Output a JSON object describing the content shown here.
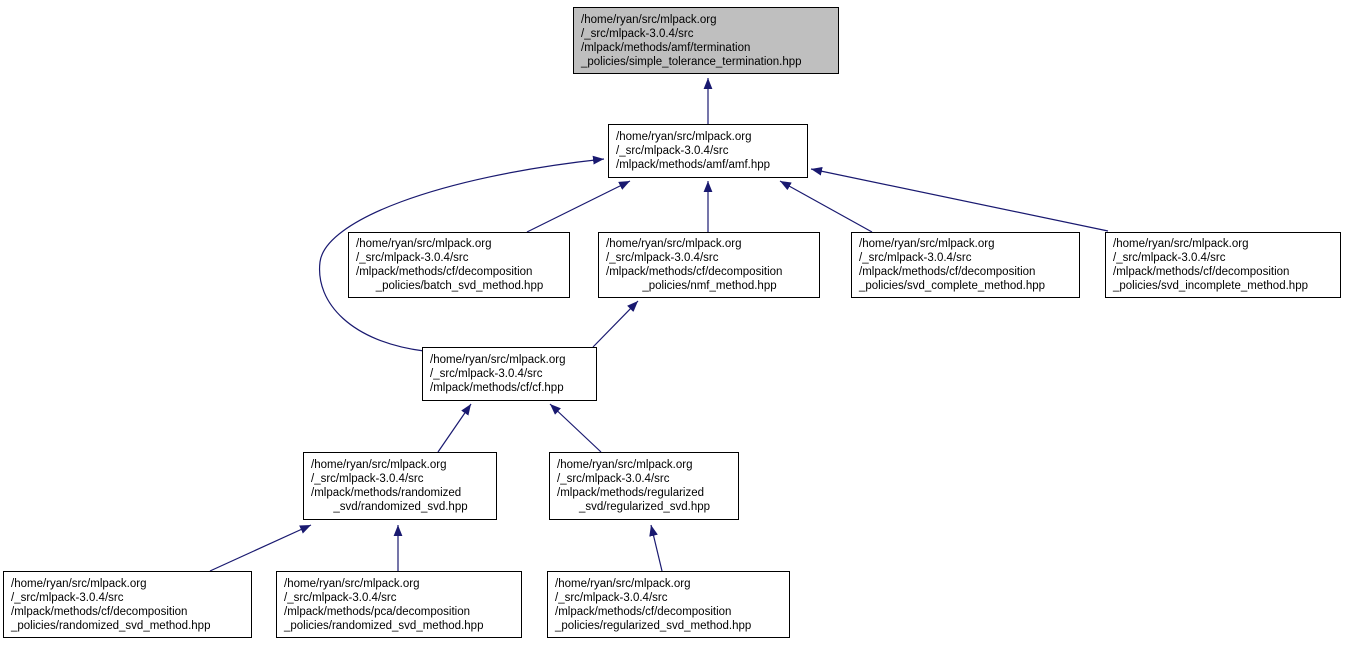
{
  "graph": {
    "kind": "doxygen-include-dependency-graph",
    "colors": {
      "edge": "#191970",
      "border": "#000000",
      "fill": "#ffffff",
      "highlight_fill": "#bfbfbf",
      "background": "#ffffff"
    },
    "nodes": [
      {
        "id": "simple-tolerance-termination-hpp",
        "highlighted": true,
        "lines": [
          "/home/ryan/src/mlpack.org",
          "/_src/mlpack-3.0.4/src",
          "/mlpack/methods/amf/termination",
          "_policies/simple_tolerance_termination.hpp"
        ]
      },
      {
        "id": "amf-hpp",
        "highlighted": false,
        "lines": [
          "/home/ryan/src/mlpack.org",
          "/_src/mlpack-3.0.4/src",
          "/mlpack/methods/amf/amf.hpp"
        ]
      },
      {
        "id": "batch-svd-method-hpp",
        "highlighted": false,
        "lines": [
          "/home/ryan/src/mlpack.org",
          "/_src/mlpack-3.0.4/src",
          "/mlpack/methods/cf/decomposition",
          "_policies/batch_svd_method.hpp"
        ]
      },
      {
        "id": "nmf-method-hpp",
        "highlighted": false,
        "lines": [
          "/home/ryan/src/mlpack.org",
          "/_src/mlpack-3.0.4/src",
          "/mlpack/methods/cf/decomposition",
          "_policies/nmf_method.hpp"
        ]
      },
      {
        "id": "svd-complete-method-hpp",
        "highlighted": false,
        "lines": [
          "/home/ryan/src/mlpack.org",
          "/_src/mlpack-3.0.4/src",
          "/mlpack/methods/cf/decomposition",
          "_policies/svd_complete_method.hpp"
        ]
      },
      {
        "id": "svd-incomplete-method-hpp",
        "highlighted": false,
        "lines": [
          "/home/ryan/src/mlpack.org",
          "/_src/mlpack-3.0.4/src",
          "/mlpack/methods/cf/decomposition",
          "_policies/svd_incomplete_method.hpp"
        ]
      },
      {
        "id": "cf-hpp",
        "highlighted": false,
        "lines": [
          "/home/ryan/src/mlpack.org",
          "/_src/mlpack-3.0.4/src",
          "/mlpack/methods/cf/cf.hpp"
        ]
      },
      {
        "id": "randomized-svd-hpp",
        "highlighted": false,
        "lines": [
          "/home/ryan/src/mlpack.org",
          "/_src/mlpack-3.0.4/src",
          "/mlpack/methods/randomized",
          "_svd/randomized_svd.hpp"
        ]
      },
      {
        "id": "regularized-svd-hpp",
        "highlighted": false,
        "lines": [
          "/home/ryan/src/mlpack.org",
          "/_src/mlpack-3.0.4/src",
          "/mlpack/methods/regularized",
          "_svd/regularized_svd.hpp"
        ]
      },
      {
        "id": "cf-randomized-svd-method-hpp",
        "highlighted": false,
        "lines": [
          "/home/ryan/src/mlpack.org",
          "/_src/mlpack-3.0.4/src",
          "/mlpack/methods/cf/decomposition",
          "_policies/randomized_svd_method.hpp"
        ]
      },
      {
        "id": "pca-randomized-svd-method-hpp",
        "highlighted": false,
        "lines": [
          "/home/ryan/src/mlpack.org",
          "/_src/mlpack-3.0.4/src",
          "/mlpack/methods/pca/decomposition",
          "_policies/randomized_svd_method.hpp"
        ]
      },
      {
        "id": "cf-regularized-svd-method-hpp",
        "highlighted": false,
        "lines": [
          "/home/ryan/src/mlpack.org",
          "/_src/mlpack-3.0.4/src",
          "/mlpack/methods/cf/decomposition",
          "_policies/regularized_svd_method.hpp"
        ]
      }
    ],
    "edges": [
      {
        "from": "amf-hpp",
        "to": "simple-tolerance-termination-hpp"
      },
      {
        "from": "batch-svd-method-hpp",
        "to": "amf-hpp"
      },
      {
        "from": "nmf-method-hpp",
        "to": "amf-hpp"
      },
      {
        "from": "svd-complete-method-hpp",
        "to": "amf-hpp"
      },
      {
        "from": "svd-incomplete-method-hpp",
        "to": "amf-hpp"
      },
      {
        "from": "cf-hpp",
        "to": "amf-hpp"
      },
      {
        "from": "cf-hpp",
        "to": "nmf-method-hpp"
      },
      {
        "from": "randomized-svd-hpp",
        "to": "cf-hpp"
      },
      {
        "from": "regularized-svd-hpp",
        "to": "cf-hpp"
      },
      {
        "from": "cf-randomized-svd-method-hpp",
        "to": "randomized-svd-hpp"
      },
      {
        "from": "pca-randomized-svd-method-hpp",
        "to": "randomized-svd-hpp"
      },
      {
        "from": "cf-regularized-svd-method-hpp",
        "to": "regularized-svd-hpp"
      }
    ]
  }
}
